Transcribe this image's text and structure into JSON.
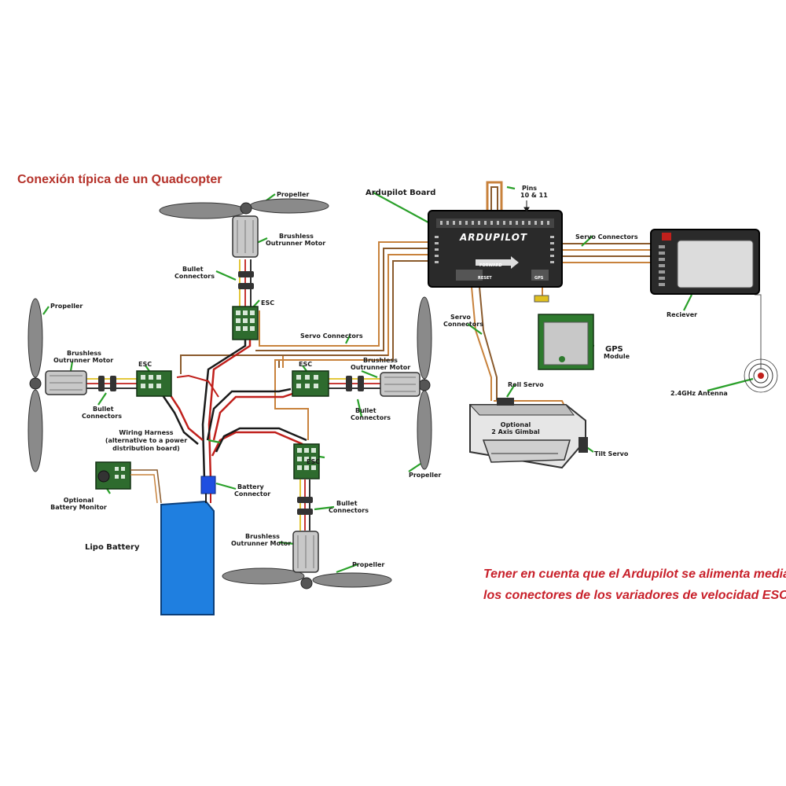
{
  "title": "Conexión típica de un Quadcopter",
  "note": {
    "line1": "Tener en cuenta que el Ardupilot se alimenta  mediante",
    "line2": "los conectores de los variadores de velocidad ESC"
  },
  "labels": {
    "propeller": "Propeller",
    "brushless": "Brushless",
    "outrunner_motor": "Outrunner Motor",
    "bullet": "Bullet",
    "connectors": "Connectors",
    "esc": "ESC",
    "servo_connectors": "Servo Connectors",
    "servo": "Servo",
    "ardupilot_board": "Ardupilot Board",
    "pins": "Pins",
    "pins_numbers": "10 & 11",
    "gps": "GPS",
    "module": "Module",
    "reciever": "Reciever",
    "antenna": "2.4GHz Antenna",
    "roll_servo": "Roll Servo",
    "optional": "Optional",
    "axis_gimbal": "2 Axis Gimbal",
    "tilt_servo": "Tilt Servo",
    "wiring_harness": "Wiring Harness",
    "harness_alt1": "(alternative to a power",
    "harness_alt2": "distribution board)",
    "battery": "Battery",
    "connector": "Connector",
    "battery_monitor": "Battery Monitor",
    "lipo_battery": "Lipo Battery"
  },
  "board": {
    "brand": "ARDUPILOT",
    "forward": "FORWARD",
    "reset": "RESET",
    "gps_port": "GPS"
  },
  "colors": {
    "title_red": "#b5322a",
    "note_red": "#c8202a",
    "esc_green": "#2e6b2e",
    "battery_blue": "#1f7fe0",
    "leader_green": "#2aa02a",
    "wire_orange": "#c8823c",
    "wire_red": "#c0201c"
  }
}
